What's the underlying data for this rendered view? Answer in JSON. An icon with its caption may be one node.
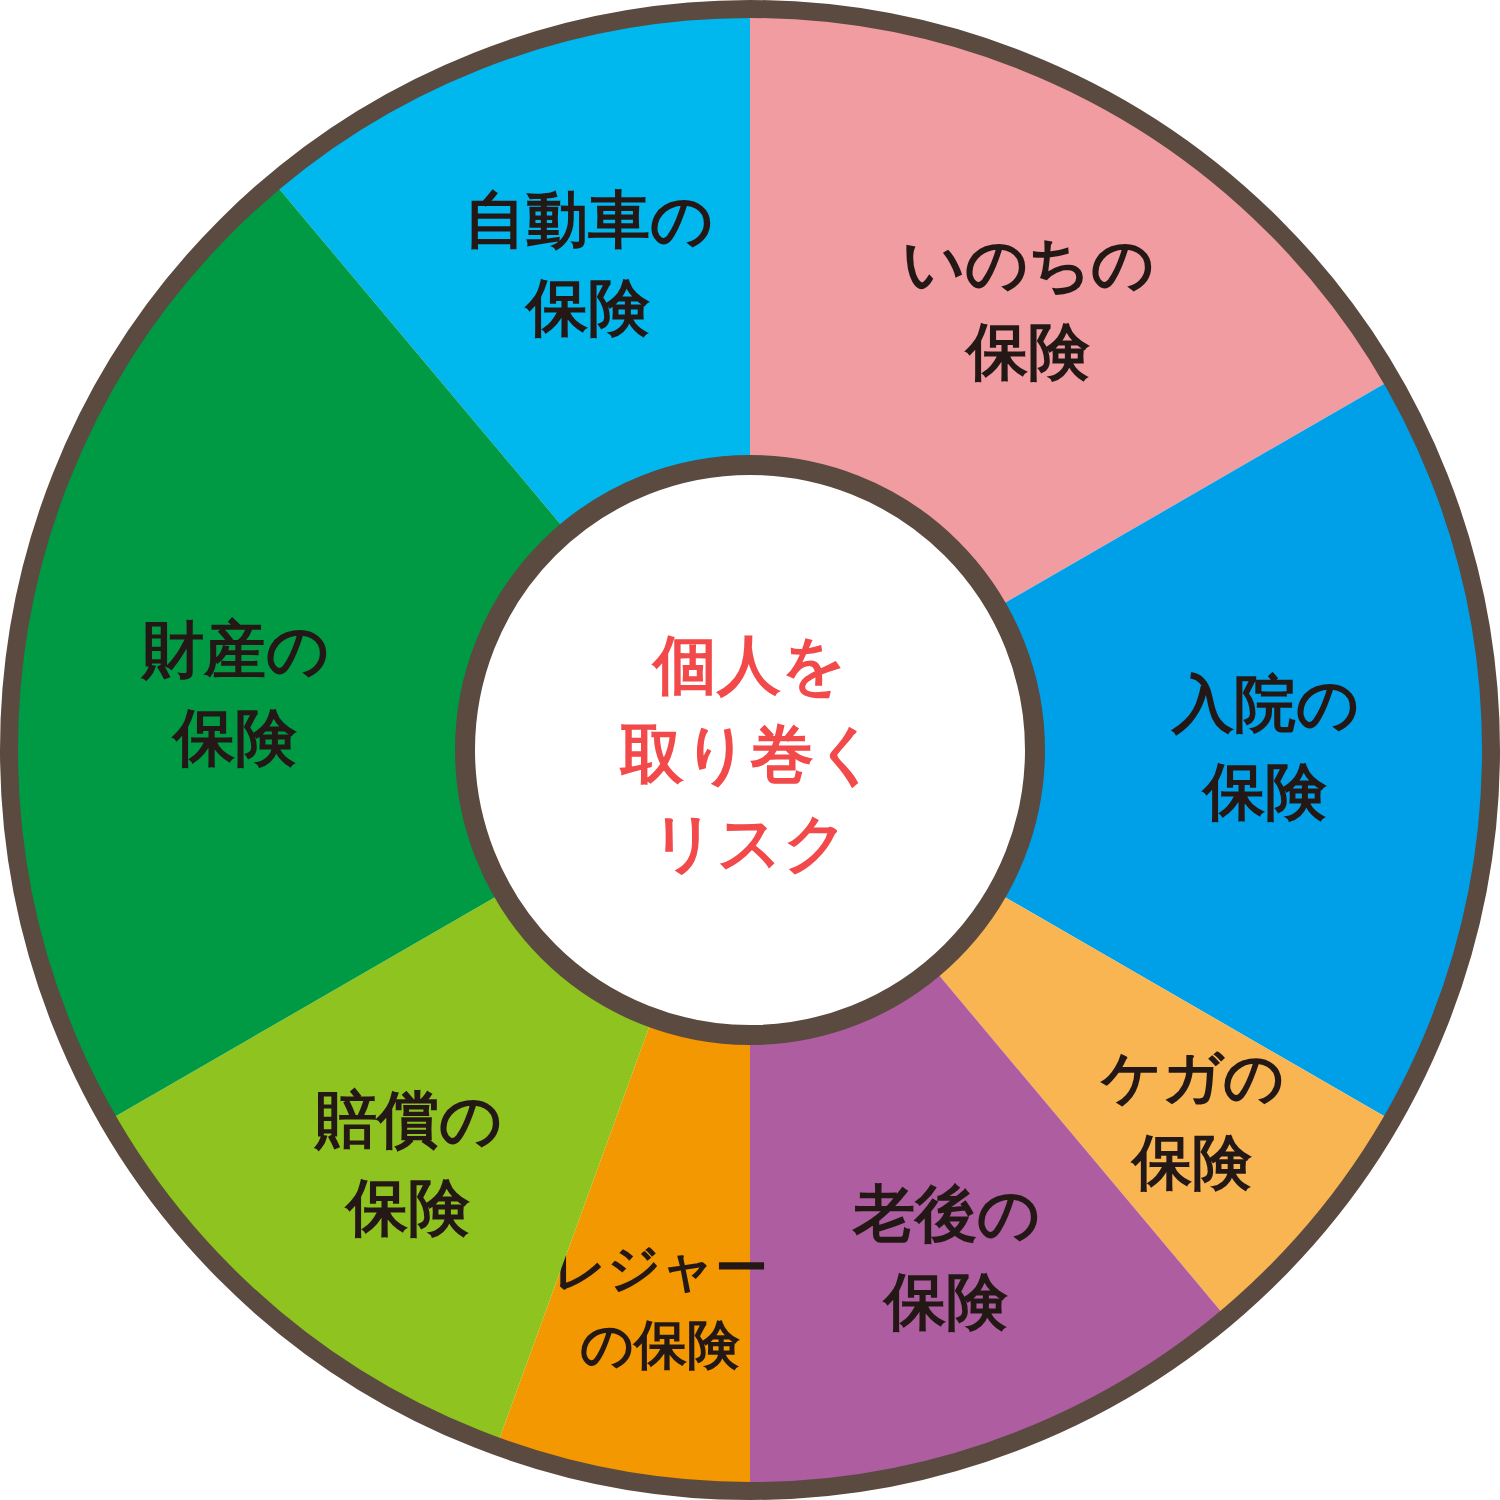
{
  "diagram": {
    "nodes": [
      {
        "text": [
          "個人を取り巻くリスク"
        ]
      },
      {
        "text": [
          "自動車の保険"
        ]
      },
      {
        "text": [
          "いのちの保険"
        ]
      },
      {
        "text": [
          "入院の保険"
        ]
      },
      {
        "text": [
          "ケガの保険"
        ]
      },
      {
        "text": [
          "老後の保険"
        ]
      },
      {
        "text": [
          "レジャーの保険"
        ]
      },
      {
        "text": [
          "賠償の保険"
        ]
      },
      {
        "text": [
          "財産の保険"
        ]
      }
    ]
  }
}
